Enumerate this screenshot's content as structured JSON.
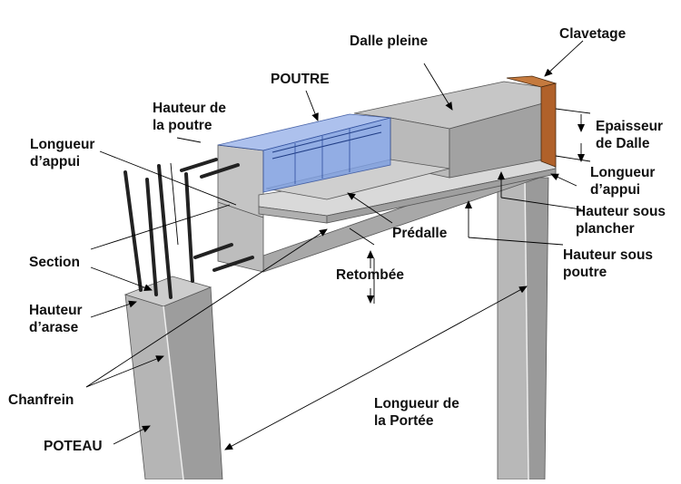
{
  "diagram": {
    "labels": {
      "dalle_pleine": "Dalle pleine",
      "clavetage": "Clavetage",
      "poutre": "POUTRE",
      "hauteur_poutre": [
        "Hauteur de",
        "la poutre"
      ],
      "epaisseur_dalle": [
        "Epaisseur",
        "de Dalle"
      ],
      "longueur_appui_left": [
        "Longueur",
        "d’appui"
      ],
      "longueur_appui_right": [
        "Longueur",
        "d’appui"
      ],
      "hauteur_sous_plancher": [
        "Hauteur sous",
        "plancher"
      ],
      "predalle": "Prédalle",
      "hauteur_sous_poutre": [
        "Hauteur sous",
        "poutre"
      ],
      "section": "Section",
      "retombee": "Retombée",
      "hauteur_arase": [
        "Hauteur",
        "d’arase"
      ],
      "chanfrein": "Chanfrein",
      "longueur_portee": [
        "Longueur de",
        "la Portée"
      ],
      "poteau": "POTEAU"
    },
    "colors": {
      "concrete_light": "#c9c9c9",
      "concrete_mid": "#a9a9a9",
      "concrete_dark": "#8c8c8c",
      "beam_blue": "#7f9fe0",
      "clavetage_brown": "#b5652d",
      "rebar": "#2a2a2a"
    }
  }
}
